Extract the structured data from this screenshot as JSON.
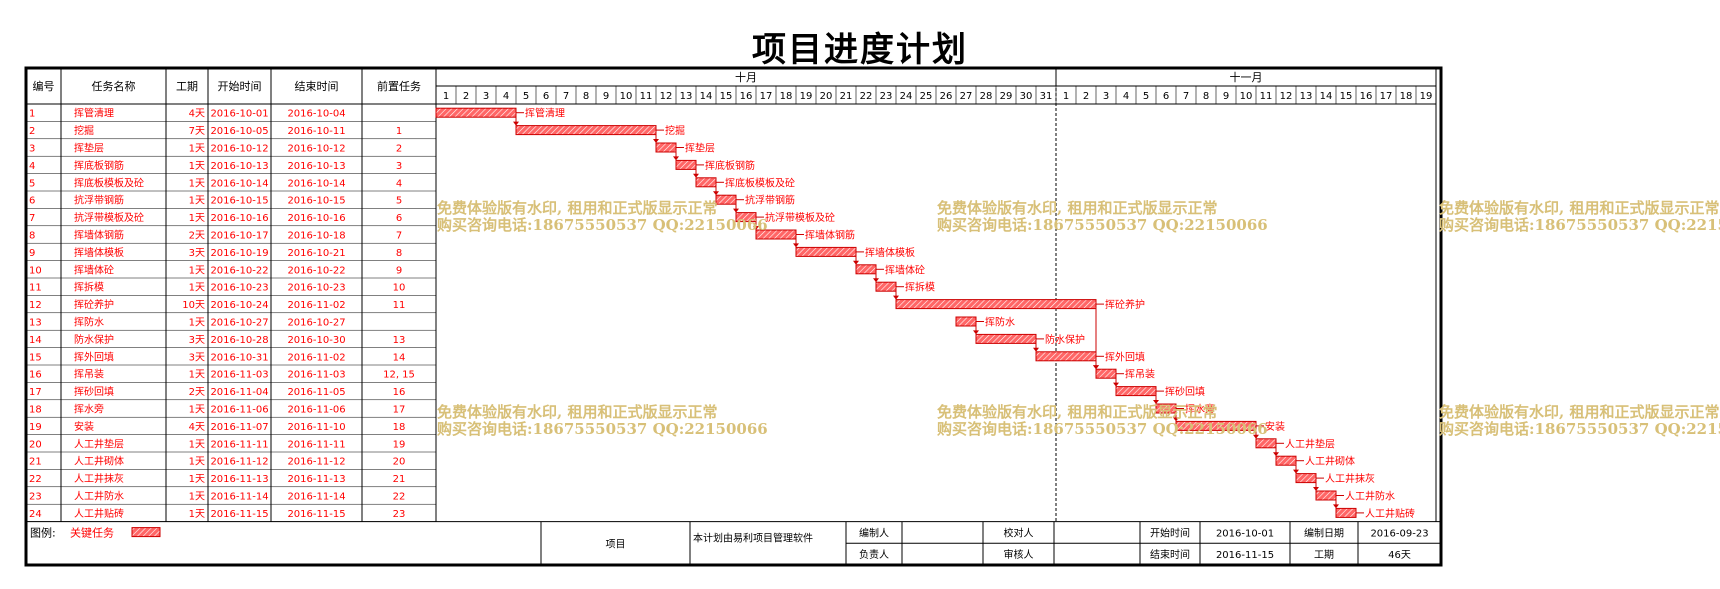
{
  "title": "项目进度计划",
  "chart_data": {
    "type": "gantt",
    "columns": [
      "编号",
      "任务名称",
      "工期",
      "开始时间",
      "结束时间",
      "前置任务"
    ],
    "months": [
      {
        "label": "十月",
        "days": [
          "1",
          "2",
          "3",
          "4",
          "5",
          "6",
          "7",
          "8",
          "9",
          "10",
          "11",
          "12",
          "13",
          "14",
          "15",
          "16",
          "17",
          "18",
          "19",
          "20",
          "21",
          "22",
          "23",
          "24",
          "25",
          "26",
          "27",
          "28",
          "29",
          "30",
          "31"
        ]
      },
      {
        "label": "十一月",
        "days": [
          "1",
          "2",
          "3",
          "4",
          "5",
          "6",
          "7",
          "8",
          "9",
          "10",
          "11",
          "12",
          "13",
          "14",
          "15",
          "16",
          "17",
          "18",
          "19"
        ]
      }
    ],
    "tasks": [
      {
        "id": "1",
        "name": "挥管清理",
        "duration": "4天",
        "start": "2016-10-01",
        "end": "2016-10-04",
        "pred": ""
      },
      {
        "id": "2",
        "name": "挖掘",
        "duration": "7天",
        "start": "2016-10-05",
        "end": "2016-10-11",
        "pred": "1"
      },
      {
        "id": "3",
        "name": "挥垫层",
        "duration": "1天",
        "start": "2016-10-12",
        "end": "2016-10-12",
        "pred": "2"
      },
      {
        "id": "4",
        "name": "挥底板钢筋",
        "duration": "1天",
        "start": "2016-10-13",
        "end": "2016-10-13",
        "pred": "3"
      },
      {
        "id": "5",
        "name": "挥底板模板及砼",
        "duration": "1天",
        "start": "2016-10-14",
        "end": "2016-10-14",
        "pred": "4"
      },
      {
        "id": "6",
        "name": "抗浮带钢筋",
        "duration": "1天",
        "start": "2016-10-15",
        "end": "2016-10-15",
        "pred": "5"
      },
      {
        "id": "7",
        "name": "抗浮带模板及砼",
        "duration": "1天",
        "start": "2016-10-16",
        "end": "2016-10-16",
        "pred": "6"
      },
      {
        "id": "8",
        "name": "挥墙体钢筋",
        "duration": "2天",
        "start": "2016-10-17",
        "end": "2016-10-18",
        "pred": "7"
      },
      {
        "id": "9",
        "name": "挥墙体模板",
        "duration": "3天",
        "start": "2016-10-19",
        "end": "2016-10-21",
        "pred": "8"
      },
      {
        "id": "10",
        "name": "挥墙体砼",
        "duration": "1天",
        "start": "2016-10-22",
        "end": "2016-10-22",
        "pred": "9"
      },
      {
        "id": "11",
        "name": "挥拆模",
        "duration": "1天",
        "start": "2016-10-23",
        "end": "2016-10-23",
        "pred": "10"
      },
      {
        "id": "12",
        "name": "挥砼养护",
        "duration": "10天",
        "start": "2016-10-24",
        "end": "2016-11-02",
        "pred": "11"
      },
      {
        "id": "13",
        "name": "挥防水",
        "duration": "1天",
        "start": "2016-10-27",
        "end": "2016-10-27",
        "pred": ""
      },
      {
        "id": "14",
        "name": "防水保护",
        "duration": "3天",
        "start": "2016-10-28",
        "end": "2016-10-30",
        "pred": "13"
      },
      {
        "id": "15",
        "name": "挥外回填",
        "duration": "3天",
        "start": "2016-10-31",
        "end": "2016-11-02",
        "pred": "14"
      },
      {
        "id": "16",
        "name": "挥吊装",
        "duration": "1天",
        "start": "2016-11-03",
        "end": "2016-11-03",
        "pred": "12, 15"
      },
      {
        "id": "17",
        "name": "挥砂回填",
        "duration": "2天",
        "start": "2016-11-04",
        "end": "2016-11-05",
        "pred": "16"
      },
      {
        "id": "18",
        "name": "挥水旁",
        "duration": "1天",
        "start": "2016-11-06",
        "end": "2016-11-06",
        "pred": "17"
      },
      {
        "id": "19",
        "name": "安装",
        "duration": "4天",
        "start": "2016-11-07",
        "end": "2016-11-10",
        "pred": "18"
      },
      {
        "id": "20",
        "name": "人工井垫层",
        "duration": "1天",
        "start": "2016-11-11",
        "end": "2016-11-11",
        "pred": "19"
      },
      {
        "id": "21",
        "name": "人工井砌体",
        "duration": "1天",
        "start": "2016-11-12",
        "end": "2016-11-12",
        "pred": "20"
      },
      {
        "id": "22",
        "name": "人工井抹灰",
        "duration": "1天",
        "start": "2016-11-13",
        "end": "2016-11-13",
        "pred": "21"
      },
      {
        "id": "23",
        "name": "人工井防水",
        "duration": "1天",
        "start": "2016-11-14",
        "end": "2016-11-14",
        "pred": "22"
      },
      {
        "id": "24",
        "name": "人工井贴砖",
        "duration": "1天",
        "start": "2016-11-15",
        "end": "2016-11-15",
        "pred": "23"
      }
    ],
    "colors": {
      "bar_fill": "#ff6666",
      "bar_stroke": "#cc0000",
      "task_text": "#ff0000",
      "watermark": "#d8c078"
    }
  },
  "legend": {
    "label": "图例:",
    "item": "关键任务"
  },
  "footer": {
    "project_label": "项目",
    "software_note": "本计划由易利项目管理软件编制",
    "compiler_label": "编制人",
    "compiler_value": "",
    "proofreader_label": "校对人",
    "proofreader_value": "",
    "start_label": "开始时间",
    "start_value": "2016-10-01",
    "compile_date_label": "编制日期",
    "compile_date_value": "2016-09-23",
    "responsible_label": "负责人",
    "responsible_value": "",
    "reviewer_label": "审核人",
    "reviewer_value": "",
    "end_label": "结束时间",
    "end_value": "2016-11-15",
    "duration_label": "工期",
    "duration_value": "46天"
  },
  "watermark": {
    "line1": "免费体验版有水印, 租用和正式版显示正常",
    "line2": "购买咨询电话:18675550537 QQ:22150066"
  }
}
